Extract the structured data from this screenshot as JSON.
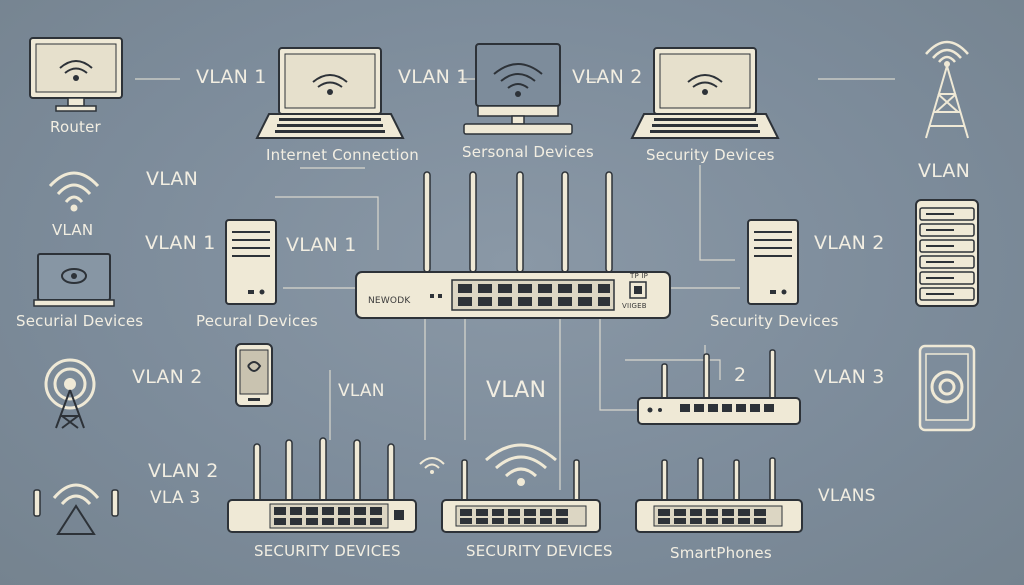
{
  "labels": {
    "router": "Router",
    "internet_connection": "Internet Connection",
    "sersonal_devices": "Sersonal Devices",
    "security_devices_top": "Security Devices",
    "vlan_left_wifi": "VLAN",
    "vlan_wifi_small": "VLAN",
    "vlan_right_top": "VLAN",
    "securial_devices": "Securial Devices",
    "pecural_devices": "Pecural Devices",
    "security_devices_right": "Security Devices",
    "security_devices_bottom_left": "SECURITY  DEVICES",
    "security_devices_bottom_mid": "SECURITY DEVICES",
    "smartphones": "SmartPhones"
  },
  "vlans": {
    "top_left": "VLAN 1",
    "top_mid": "VLAN 1",
    "top_right": "VLAN 2",
    "mid_left_a": "VLAN 1",
    "mid_left_b": "VLAN 1",
    "mid_right": "VLAN 2",
    "phone": "VLAN 2",
    "center_a": "VLAN",
    "center_small": "VLAN",
    "right_switch_num": "2",
    "far_right": "VLAN 3",
    "bottom_left_a": "VLAN 2",
    "bottom_left_b": "VLA 3",
    "bottom_right": "VLANS"
  },
  "switch": {
    "brand": "NEWODK",
    "port_label_top": "TP IP",
    "port_label_bottom": "VIIGEB"
  },
  "colors": {
    "background": "#7d8c9b",
    "device_fill": "#efe9d6",
    "line": "#2d3238",
    "wire": "#e8e4d6",
    "label_text": "#f2eee2"
  }
}
